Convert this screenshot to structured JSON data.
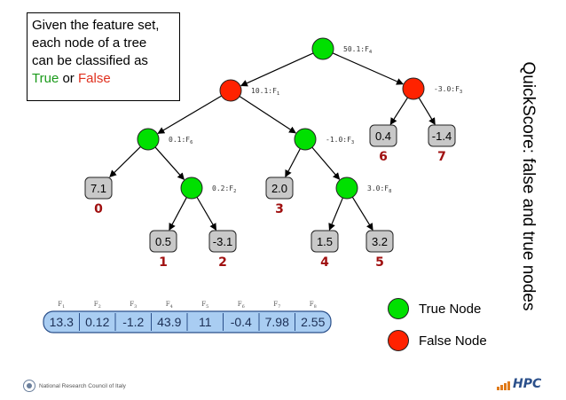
{
  "title": "QuickScore: false and true nodes",
  "info_text": {
    "line1": "Given the feature set,",
    "line2": "each node of a tree",
    "line3": "can be classified as",
    "true_word": "True",
    "or_word": " or ",
    "false_word": "False"
  },
  "colors": {
    "true": "#00e000",
    "false": "#ff2200",
    "leaf": "#c8c8c8",
    "vector": "#a9cdf2",
    "leaf_index": "#a01010"
  },
  "nodes": [
    {
      "id": "n0",
      "label": "50.1:F",
      "sub": "4",
      "status": "true"
    },
    {
      "id": "n1",
      "label": "10.1:F",
      "sub": "1",
      "status": "false"
    },
    {
      "id": "n2",
      "label": "-3.0:F",
      "sub": "3",
      "status": "false"
    },
    {
      "id": "n3",
      "label": "0.1:F",
      "sub": "6",
      "status": "true"
    },
    {
      "id": "n4",
      "label": "-1.0:F",
      "sub": "3",
      "status": "true"
    },
    {
      "id": "n5",
      "label": "0.2:F",
      "sub": "2",
      "status": "true"
    },
    {
      "id": "n6",
      "label": "3.0:F",
      "sub": "8",
      "status": "true"
    }
  ],
  "leaves": [
    {
      "id": "l0",
      "value": "7.1",
      "index": "0"
    },
    {
      "id": "l1",
      "value": "0.5",
      "index": "1"
    },
    {
      "id": "l2",
      "value": "-3.1",
      "index": "2"
    },
    {
      "id": "l3",
      "value": "2.0",
      "index": "3"
    },
    {
      "id": "l4",
      "value": "1.5",
      "index": "4"
    },
    {
      "id": "l5",
      "value": "3.2",
      "index": "5"
    },
    {
      "id": "l6",
      "value": "0.4",
      "index": "6"
    },
    {
      "id": "l7",
      "value": "-1.4",
      "index": "7"
    }
  ],
  "edges": [
    [
      "n0",
      "n1"
    ],
    [
      "n0",
      "n2"
    ],
    [
      "n1",
      "n3"
    ],
    [
      "n1",
      "n4"
    ],
    [
      "n2",
      "l6"
    ],
    [
      "n2",
      "l7"
    ],
    [
      "n3",
      "l0"
    ],
    [
      "n3",
      "n5"
    ],
    [
      "n4",
      "l3"
    ],
    [
      "n4",
      "n6"
    ],
    [
      "n5",
      "l1"
    ],
    [
      "n5",
      "l2"
    ],
    [
      "n6",
      "l4"
    ],
    [
      "n6",
      "l5"
    ]
  ],
  "features": [
    {
      "name": "F",
      "sub": "1",
      "value": "13.3"
    },
    {
      "name": "F",
      "sub": "2",
      "value": "0.12"
    },
    {
      "name": "F",
      "sub": "3",
      "value": "-1.2"
    },
    {
      "name": "F",
      "sub": "4",
      "value": "43.9"
    },
    {
      "name": "F",
      "sub": "5",
      "value": "11"
    },
    {
      "name": "F",
      "sub": "6",
      "value": "-0.4"
    },
    {
      "name": "F",
      "sub": "7",
      "value": "7.98"
    },
    {
      "name": "F",
      "sub": "8",
      "value": "2.55"
    }
  ],
  "legend": {
    "true_label": "True Node",
    "false_label": "False Node"
  },
  "footer": {
    "institution": "National Research Council of Italy",
    "logo_text": "HPC"
  }
}
